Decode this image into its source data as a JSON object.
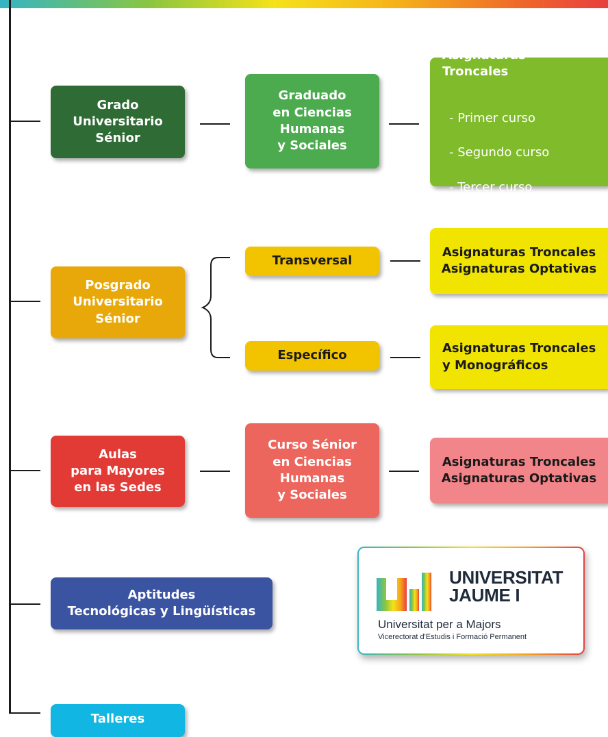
{
  "grado": {
    "level1": "Grado\nUniversitario\nSénior",
    "level2": "Graduado\nen Ciencias\nHumanas\ny Sociales",
    "level3_title": "Asignaturas\nTroncales",
    "level3_items": [
      "- Primer curso",
      "- Segundo curso",
      "- Tercer curso"
    ]
  },
  "posgrado": {
    "level1": "Posgrado\nUniversitario\nSénior",
    "branch_a": "Transversal",
    "branch_a_detail": "Asignaturas Troncales\nAsignaturas Optativas",
    "branch_b": "Específico",
    "branch_b_detail": "Asignaturas Troncales\ny Monográficos"
  },
  "aulas": {
    "level1": "Aulas\npara Mayores\nen las Sedes",
    "level2": "Curso Sénior\nen Ciencias\nHumanas\ny Sociales",
    "level3": "Asignaturas Troncales\nAsignaturas Optativas"
  },
  "aptitudes": {
    "label": "Aptitudes\nTecnológicas y Lingüísticas"
  },
  "talleres": {
    "label": "Talleres"
  },
  "logo": {
    "name_line1": "UNIVERSITAT",
    "name_line2": "JAUME I",
    "subtitle": "Universitat per a Majors",
    "department": "Vicerectorat d'Estudis i Formació Permanent"
  }
}
